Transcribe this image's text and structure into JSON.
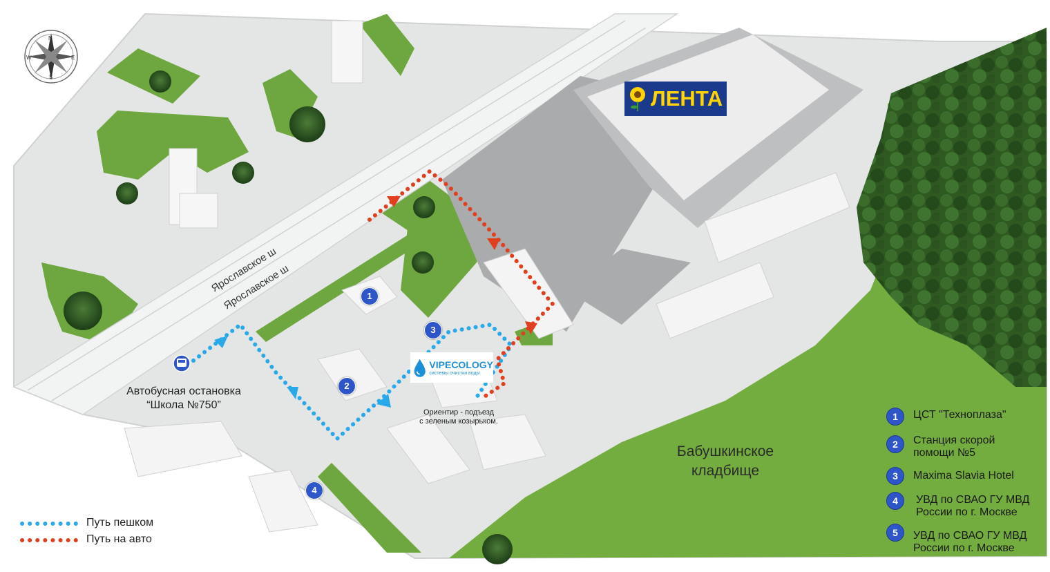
{
  "map": {
    "road_labels": [
      "Ярославское ш",
      "Ярославское ш"
    ],
    "bus_stop": {
      "line1": "Автобусная остановка",
      "line2": "“Школа №750”"
    },
    "cemetery": {
      "line1": "Бабушкинское",
      "line2": "кладбище"
    },
    "store_logo": {
      "text": "ЛЕНТА",
      "background": "#1b3a8c",
      "text_color": "#ffd400"
    },
    "company_logo": {
      "name": "VIPECOLOGY",
      "tagline": "системы очистки воды",
      "color": "#1d8fd6"
    },
    "landmark_note": {
      "line1": "Ориентир - подъезд",
      "line2": "с зеленым козырьком."
    },
    "compass": {
      "n": "N",
      "s": "S",
      "e": "E",
      "w": "W"
    },
    "poi_markers": [
      "1",
      "2",
      "3",
      "4"
    ],
    "colors": {
      "walk_path": "#29a9e8",
      "car_path": "#e0401f",
      "grass": "#6ea63f",
      "forest": "#2f5e22",
      "marker": "#2f56c8"
    }
  },
  "legend": {
    "items": [
      {
        "num": "1",
        "text": "ЦСТ \"Техноплаза\""
      },
      {
        "num": "2",
        "line1": "Станция скорой",
        "line2": "помощи №5"
      },
      {
        "num": "3",
        "text": "Maxima Slavia Hotel"
      },
      {
        "num": "4",
        "line1": "УВД по СВАО ГУ МВД",
        "line2": "России по г. Москве"
      },
      {
        "num": "5",
        "line1": "УВД по СВАО ГУ МВД",
        "line2": "России по г. Москве"
      }
    ],
    "paths": {
      "walk": "Путь пешком",
      "car": "Путь на авто"
    }
  }
}
